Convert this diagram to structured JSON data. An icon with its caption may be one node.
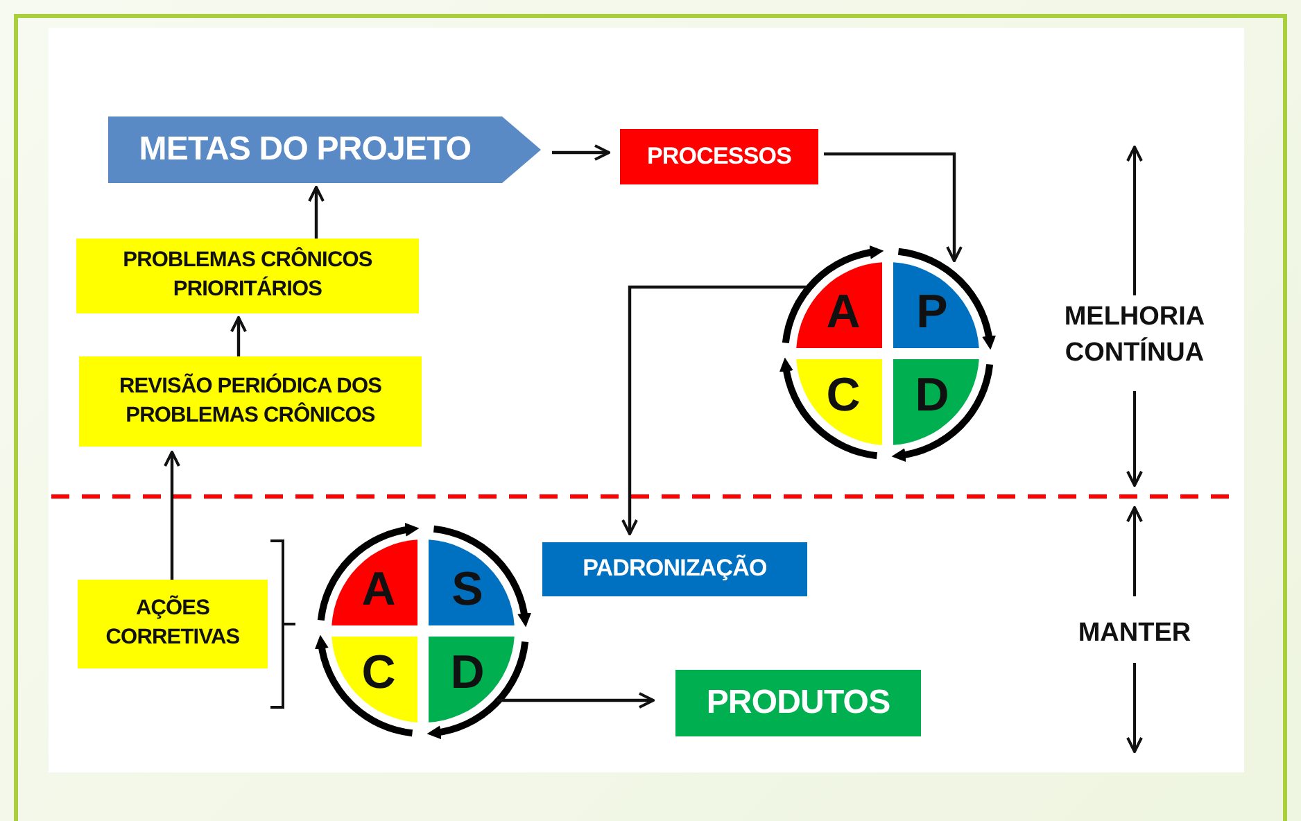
{
  "diagram": {
    "nodes": [
      {
        "text": [
          "METAS DO PROJETO"
        ]
      },
      {
        "text": [
          "PROCESSOS"
        ]
      },
      {
        "text": [
          "PROBLEMAS CRÔNICOS PRIORITÁRIOS"
        ]
      },
      {
        "text": [
          "REVISÃO PERIÓDICA DOS PROBLEMAS CRÔNICOS"
        ]
      },
      {
        "text": [
          "A",
          "P",
          "C",
          "D"
        ]
      },
      {
        "text": [
          "PADRONIZAÇÃO"
        ]
      },
      {
        "text": [
          "AÇÕES CORRETIVAS"
        ]
      },
      {
        "text": [
          "A",
          "S",
          "C",
          "D"
        ]
      },
      {
        "text": [
          "PRODUTOS"
        ]
      }
    ],
    "edges": [
      {
        "from": 0,
        "to": 1,
        "arrow": "to"
      },
      {
        "from": 1,
        "to": 4,
        "arrow": "to"
      },
      {
        "from": 4,
        "to": 5,
        "arrow": "to"
      },
      {
        "from": 2,
        "to": 0,
        "arrow": "to"
      },
      {
        "from": 3,
        "to": 2,
        "arrow": "to"
      },
      {
        "from": 6,
        "to": 3,
        "arrow": "to"
      },
      {
        "from": 7,
        "to": 8,
        "arrow": "to"
      }
    ],
    "labels": [
      "MELHORIA CONTÍNUA",
      "MANTER"
    ]
  }
}
